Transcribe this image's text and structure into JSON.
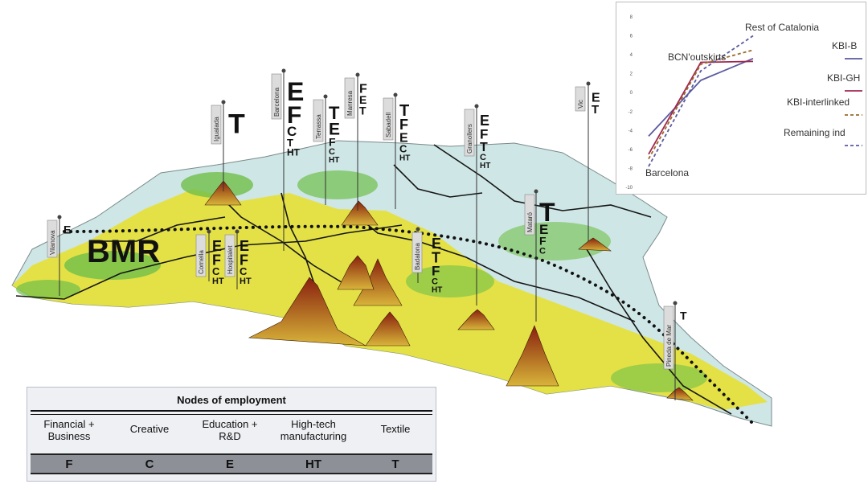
{
  "region_label": "BMR",
  "city_nodes": [
    {
      "name": "Igualada",
      "codes": [
        "T"
      ]
    },
    {
      "name": "Barcelona",
      "codes": [
        "E",
        "F",
        "C",
        "T",
        "HT"
      ]
    },
    {
      "name": "Terrassa",
      "codes": [
        "T",
        "E",
        "F",
        "C",
        "HT"
      ]
    },
    {
      "name": "Manresa",
      "codes": [
        "F",
        "E",
        "T"
      ]
    },
    {
      "name": "Sabadell",
      "codes": [
        "T",
        "F",
        "E",
        "C",
        "HT"
      ]
    },
    {
      "name": "Granollers",
      "codes": [
        "E",
        "F",
        "T",
        "C",
        "HT"
      ]
    },
    {
      "name": "Vic",
      "codes": [
        "E",
        "T"
      ]
    },
    {
      "name": "Vilanova",
      "codes": [
        "E"
      ]
    },
    {
      "name": "Cornella",
      "codes": [
        "E",
        "F",
        "C",
        "HT"
      ]
    },
    {
      "name": "Hospitalet",
      "codes": [
        "E",
        "F",
        "C",
        "HT"
      ]
    },
    {
      "name": "Badalona",
      "codes": [
        "E",
        "T",
        "F",
        "C",
        "HT"
      ]
    },
    {
      "name": "Mataró",
      "codes": [
        "T",
        "E",
        "F",
        "C"
      ]
    },
    {
      "name": "Pineda de Mar",
      "codes": [
        "T"
      ]
    }
  ],
  "legend": {
    "title": "Nodes of employment",
    "categories": [
      {
        "label": "Financial + Business",
        "code": "F"
      },
      {
        "label": "Creative",
        "code": "C"
      },
      {
        "label": "Education + R&D",
        "code": "E"
      },
      {
        "label": "High-tech manufacturing",
        "code": "HT"
      },
      {
        "label": "Textile",
        "code": "T"
      }
    ]
  },
  "chart_data": {
    "type": "line",
    "categories": [
      "Barcelona",
      "BCN'outskirts",
      "Rest of Catalonia"
    ],
    "series": [
      {
        "name": "KBI-B",
        "color": "#5a5aa0",
        "dash": "solid",
        "values": [
          -4.6,
          1.3,
          3.6
        ]
      },
      {
        "name": "KBI-GH",
        "color": "#a02850",
        "dash": "solid",
        "values": [
          -6.5,
          3.2,
          3.3
        ]
      },
      {
        "name": "KBI-interlinked",
        "color": "#9a6a2a",
        "dash": "dashed",
        "values": [
          -7.0,
          3.0,
          4.5
        ]
      },
      {
        "name": "Remaining ind",
        "color": "#5a5aa0",
        "dash": "dashed",
        "values": [
          -7.8,
          2.3,
          6.0
        ]
      }
    ],
    "ylim": [
      -10,
      8
    ],
    "yticks": [
      "8",
      "6",
      "4",
      "2",
      "0",
      "-2",
      "-4",
      "-6",
      "-8",
      "-10"
    ],
    "legend_position": "right"
  }
}
